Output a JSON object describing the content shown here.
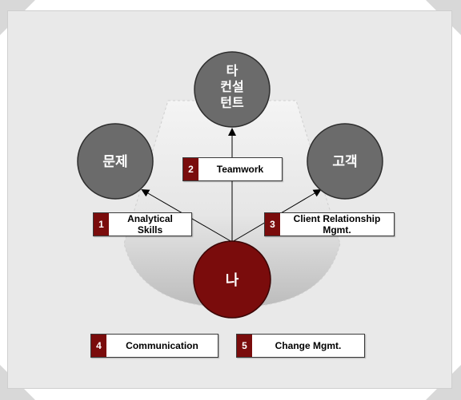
{
  "diagram": {
    "center_node": "나",
    "nodes": {
      "left": "문제",
      "top": [
        "타",
        "컨설",
        "턴트"
      ],
      "right": "고객"
    },
    "labels": [
      {
        "num": "1",
        "text": "Analytical\nSkills"
      },
      {
        "num": "2",
        "text": "Teamwork"
      },
      {
        "num": "3",
        "text": "Client Relationship\nMgmt."
      },
      {
        "num": "4",
        "text": "Communication"
      },
      {
        "num": "5",
        "text": "Change Mgmt."
      }
    ]
  },
  "colors": {
    "panel_bg": "#e9e9e9",
    "gray_node": "#6b6b6b",
    "center_node": "#7a0c0c",
    "number_badge": "#7a0c0c",
    "fan_light": "#f2f2f2",
    "fan_dark": "#bdbdbd"
  }
}
